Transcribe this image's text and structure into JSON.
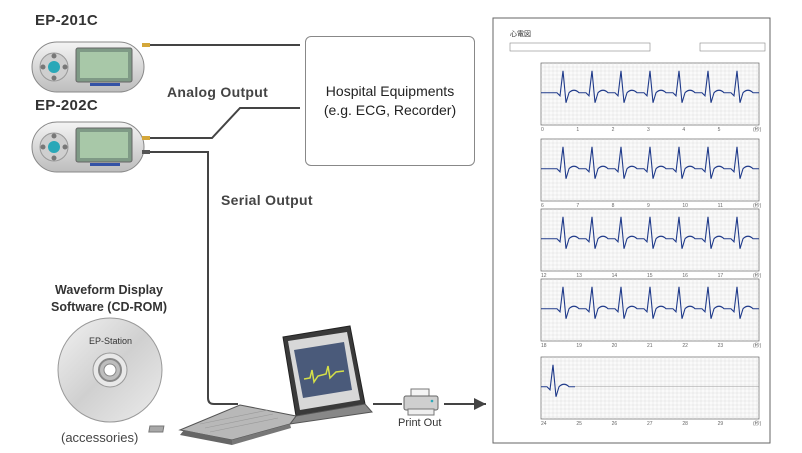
{
  "devices": [
    {
      "label": "EP-201C"
    },
    {
      "label": "EP-202C"
    }
  ],
  "outputs": {
    "analog": "Analog Output",
    "serial": "Serial Output",
    "print": "Print Out"
  },
  "hospital": {
    "line1": "Hospital Equipments",
    "line2": "(e.g. ECG, Recorder)"
  },
  "software": {
    "title_line1": "Waveform Display",
    "title_line2": "Software (CD-ROM)",
    "disc_label": "EP-Station",
    "note": "(accessories)"
  },
  "printout": {
    "title": "心電図",
    "rows": [
      {
        "ticks": [
          "0",
          "1",
          "2",
          "3",
          "4",
          "5",
          "(秒)"
        ]
      },
      {
        "ticks": [
          "6",
          "7",
          "8",
          "9",
          "10",
          "11",
          "(秒)"
        ]
      },
      {
        "ticks": [
          "12",
          "13",
          "14",
          "15",
          "16",
          "17",
          "(秒)"
        ]
      },
      {
        "ticks": [
          "18",
          "19",
          "20",
          "21",
          "22",
          "23",
          "(秒)"
        ]
      },
      {
        "ticks": [
          "24",
          "25",
          "26",
          "27",
          "28",
          "29",
          "(秒)"
        ]
      }
    ]
  },
  "colors": {
    "waveform": "#1f3a8a",
    "grid": "#d9d9d9",
    "arrow": "#444444",
    "screen": "#a8c8a8"
  }
}
